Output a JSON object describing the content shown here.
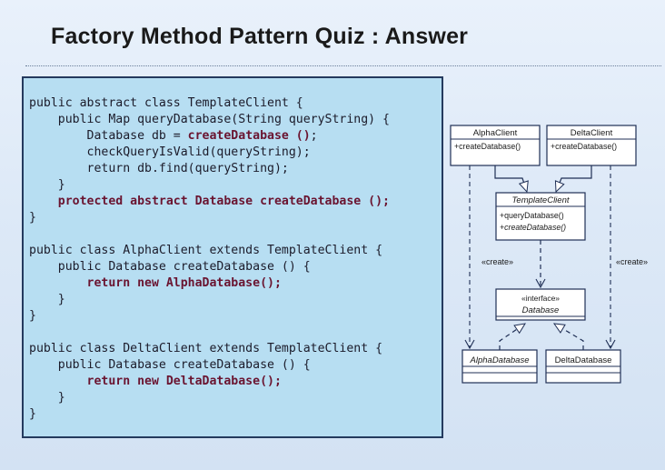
{
  "slide": {
    "title": "Factory Method Pattern Quiz : Answer"
  },
  "code": {
    "lines": [
      "public abstract class TemplateClient {",
      "    public Map queryDatabase(String queryString) {",
      "        Database db = createDatabase ();",
      "        checkQueryIsValid(queryString);",
      "        return db.find(queryString);",
      "    }",
      "    protected abstract Database createDatabase ();",
      "}",
      "",
      "public class AlphaClient extends TemplateClient {",
      "    public Database createDatabase () {",
      "        return new AlphaDatabase();",
      "    }",
      "}",
      "",
      "public class DeltaClient extends TemplateClient {",
      "    public Database createDatabase () {",
      "        return new DeltaDatabase();",
      "    }",
      "}"
    ]
  },
  "uml": {
    "alpha_client": {
      "name": "AlphaClient",
      "op": "+createDatabase()"
    },
    "delta_client": {
      "name": "DeltaClient",
      "op": "+createDatabase()"
    },
    "template_client": {
      "name": "TemplateClient",
      "op1": "+queryDatabase()",
      "op2": "+createDatabase()"
    },
    "database": {
      "stereotype": "«interface»",
      "name": "Database"
    },
    "alpha_database": {
      "name": "AlphaDatabase"
    },
    "delta_database": {
      "name": "DeltaDatabase"
    },
    "create_label_left": "«create»",
    "create_label_right": "«create»"
  },
  "colors": {
    "code_bg": "#b7def2",
    "code_border": "#243a5e",
    "highlight_text": "#6a1430",
    "uml_box_fill": "#ffffff",
    "uml_stroke": "#1f2f55"
  }
}
